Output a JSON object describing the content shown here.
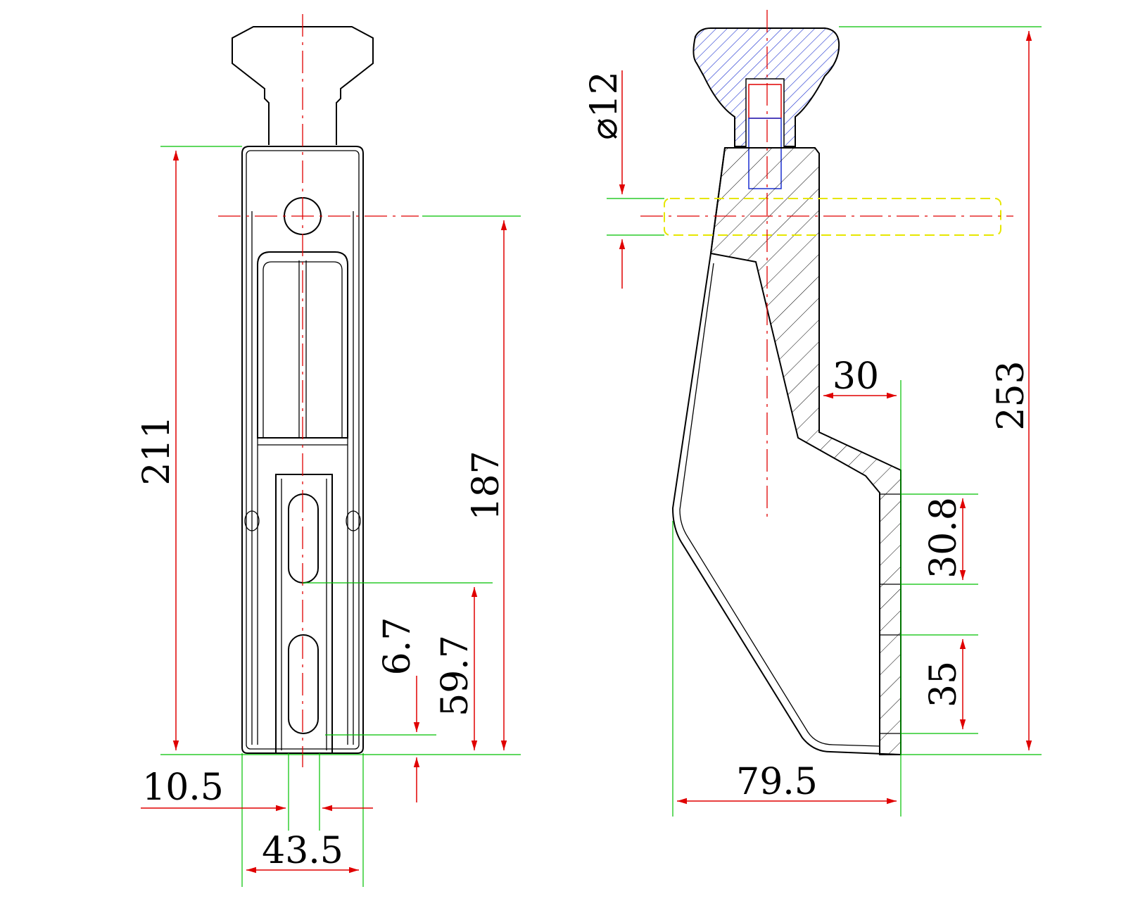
{
  "dimensions": {
    "front_height": "211",
    "hole_to_bottom": "187",
    "slot_pitch": "59.7",
    "slot_offset": "6.7",
    "wall": "10.5",
    "width": "43.5",
    "pin_diameter": "⌀12",
    "overall_height": "253",
    "step_width": "30",
    "upper_face": "30.8",
    "lower_face": "35",
    "base_length": "79.5"
  },
  "colors": {
    "outline": "#000000",
    "centerline": "#e00000",
    "extension": "#00c000",
    "dimension": "#e00000",
    "hatch_knob": "#1a2fd0",
    "pin": "#e6e600"
  }
}
